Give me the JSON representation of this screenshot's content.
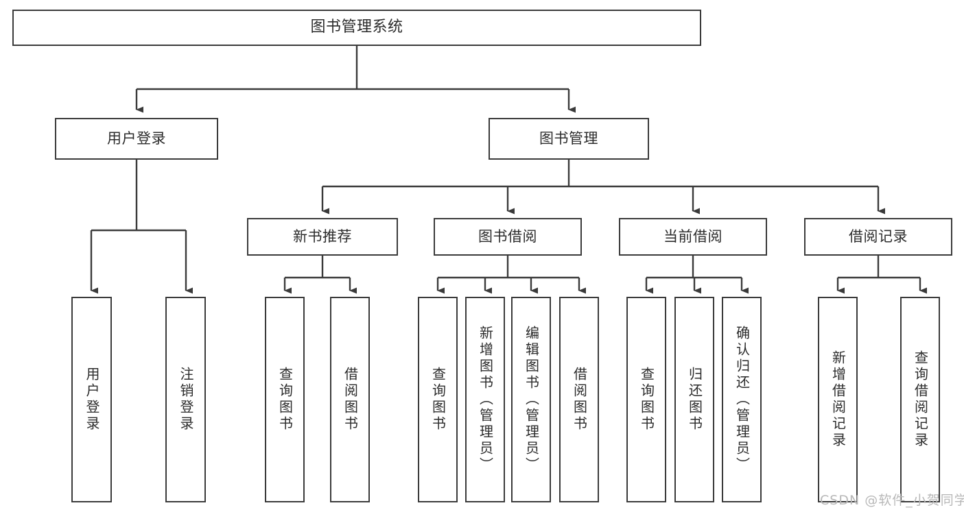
{
  "diagram": {
    "type": "tree",
    "title": "图书管理系统",
    "colors": {
      "stroke": "#3a3a3a",
      "fill": "#ffffff",
      "text": "#2b2b2b",
      "watermark": "#b8b8b8"
    },
    "root": {
      "label": "图书管理系统"
    },
    "level2": [
      {
        "label": "用户登录"
      },
      {
        "label": "图书管理"
      }
    ],
    "level3": [
      {
        "label": "新书推荐"
      },
      {
        "label": "图书借阅"
      },
      {
        "label": "当前借阅"
      },
      {
        "label": "借阅记录"
      }
    ],
    "leaves": {
      "user_login": [
        {
          "label": "用户登录"
        },
        {
          "label": "注销登录"
        }
      ],
      "new_book_recommend": [
        {
          "label": "查询图书"
        },
        {
          "label": "借阅图书"
        }
      ],
      "book_borrow": [
        {
          "label": "查询图书"
        },
        {
          "label": "新增图书（管理员）"
        },
        {
          "label": "编辑图书（管理员）"
        },
        {
          "label": "借阅图书"
        }
      ],
      "current_borrow": [
        {
          "label": "查询图书"
        },
        {
          "label": "归还图书"
        },
        {
          "label": "确认归还（管理员）"
        }
      ],
      "borrow_record": [
        {
          "label": "新增借阅记录"
        },
        {
          "label": "查询借阅记录"
        }
      ]
    }
  },
  "watermark": {
    "text": "CSDN @软件_小贺同学"
  }
}
